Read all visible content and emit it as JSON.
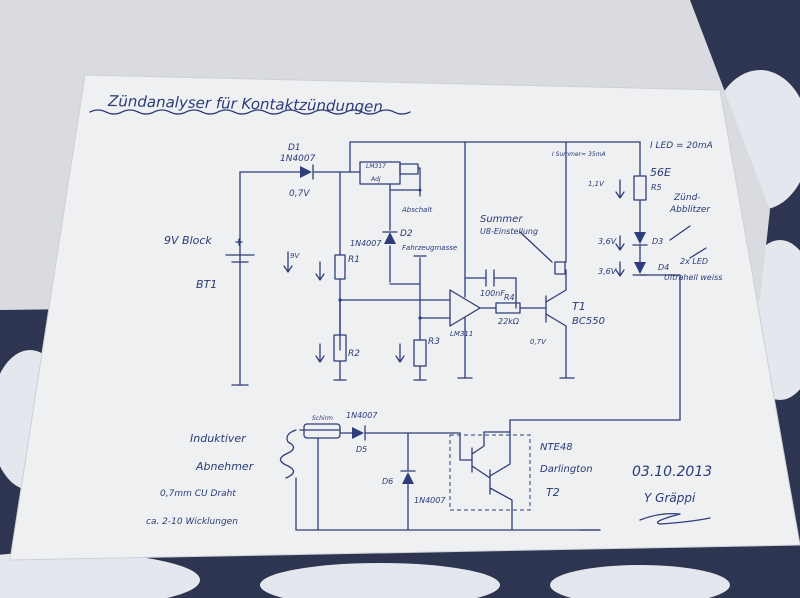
{
  "photo": {
    "background_color": "#2d3550",
    "paper_color": "#eef0f2",
    "ink_color": "#2f3d7a"
  },
  "title": "Zündanalyser für Kontaktzündungen",
  "components": {
    "d1": {
      "ref": "D1",
      "part": "1N4007",
      "voltage": "0,7V"
    },
    "battery": {
      "name": "9V Block",
      "ref": "BT1",
      "voltage": "9V"
    },
    "ref_diode": {
      "part": "LM317",
      "label": "Adj"
    },
    "r1": {
      "ref": "R1"
    },
    "d2": {
      "part": "1N4007",
      "ref": "D2",
      "note": "Abschalt"
    },
    "fahrzeugmasse": "Fahrzeugmasse",
    "r2": {
      "ref": "R2"
    },
    "r3": {
      "ref": "R3"
    },
    "opamp": {
      "part": "LM311"
    },
    "c1": {
      "value": "100nF"
    },
    "r4": {
      "ref": "R4",
      "value": "22kΩ"
    },
    "summer": {
      "label1": "Summer",
      "label2": "U8-Einstellung",
      "current": "I Summer= 35mA"
    },
    "t1": {
      "ref": "T1",
      "part": "BC550",
      "voltage": "0,7V"
    },
    "r5": {
      "value": "56E",
      "ref": "R5",
      "voltage": "1,1V"
    },
    "led_current": "I LED = 20mA",
    "d3": {
      "ref": "D3",
      "voltage": "3,6V"
    },
    "d4": {
      "ref": "D4",
      "voltage": "3,6V"
    },
    "zuend_label": "Zünd-",
    "abblitzer_label": "Abblitzer",
    "led_note1": "2x LED",
    "led_note2": "Ultrahell weiss",
    "pickup": {
      "line1": "Induktiver",
      "line2": "Abnehmer",
      "line3": "0,7mm CU Draht",
      "line4": "ca. 2-10 Wicklungen",
      "shield": "Schirm"
    },
    "d5": {
      "part": "1N4007",
      "ref": "D5"
    },
    "d6": {
      "ref": "D6",
      "part": "1N4007"
    },
    "t2": {
      "part": "NTE48",
      "type": "Darlington",
      "ref": "T2"
    }
  },
  "date": "03.10.2013",
  "author": "Y Gräppi"
}
